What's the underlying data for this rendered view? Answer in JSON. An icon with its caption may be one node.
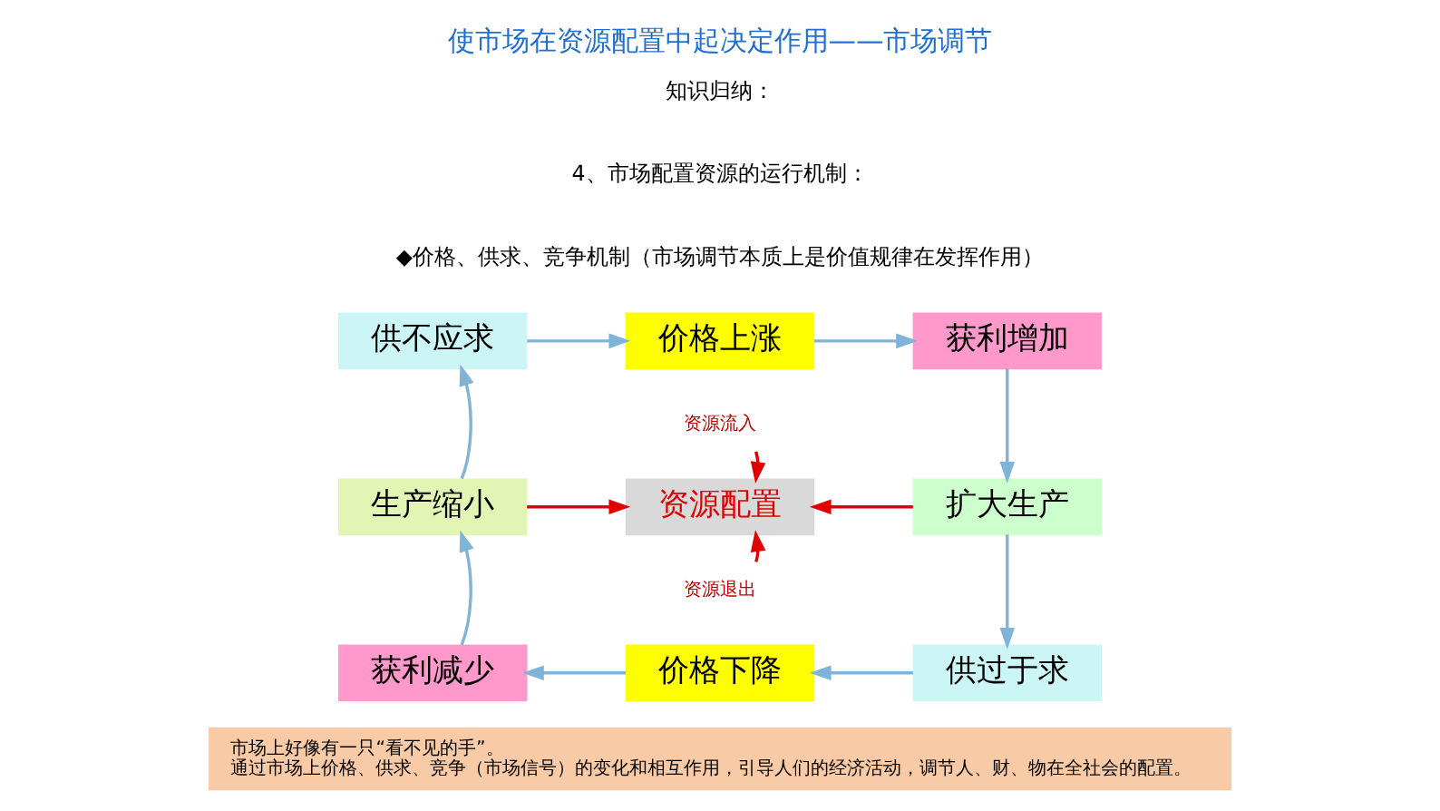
{
  "diagram": {
    "title": "使市场在资源配置中起决定作用——市场调节",
    "nodes": [
      {
        "text": [
          "供不应求"
        ]
      },
      {
        "text": [
          "价格上涨"
        ]
      },
      {
        "text": [
          "获利增加"
        ]
      },
      {
        "text": [
          "资源流入"
        ]
      },
      {
        "text": [
          "生产缩小"
        ]
      },
      {
        "text": [
          "资源配置"
        ]
      },
      {
        "text": [
          "扩大生产"
        ]
      },
      {
        "text": [
          "资源退出"
        ]
      },
      {
        "text": [
          "获利减少"
        ]
      },
      {
        "text": [
          "价格下降"
        ]
      },
      {
        "text": [
          "供过于求"
        ]
      },
      {
        "text": [
          "市场上好像有一只“看不见的手”。",
          "通过市场上价格、供求、竞争（市场信号）的变化和相互作用，引导人们的经济活动，调节人、财、物在全社会的配置。"
        ]
      }
    ],
    "edges": [
      {
        "from": 0,
        "to": 1,
        "arrow": "to"
      },
      {
        "from": 1,
        "to": 2,
        "arrow": "to"
      },
      {
        "from": 2,
        "to": 6,
        "arrow": "to"
      },
      {
        "from": 6,
        "to": 10,
        "arrow": "to"
      },
      {
        "from": 10,
        "to": 9,
        "arrow": "to"
      },
      {
        "from": 9,
        "to": 8,
        "arrow": "to"
      },
      {
        "from": 8,
        "to": 4,
        "arrow": "to"
      },
      {
        "from": 4,
        "to": 0,
        "arrow": "to"
      },
      {
        "from": 3,
        "to": 5,
        "arrow": "to",
        "color": "#e00000"
      },
      {
        "from": 7,
        "to": 5,
        "arrow": "to",
        "color": "#e00000"
      },
      {
        "from": 6,
        "to": 5,
        "arrow": "to",
        "color": "#e00000"
      },
      {
        "from": 4,
        "to": 5,
        "arrow": "to",
        "color": "#e00000"
      }
    ],
    "labels": [
      "知识归纳：",
      "4、市场配置资源的运行机制：",
      "◆价格、供求、竞争机制（市场调节本质上是价值规律在发挥作用）"
    ]
  }
}
